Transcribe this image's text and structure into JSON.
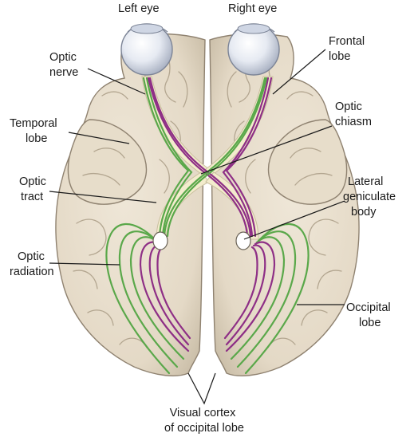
{
  "labels": {
    "left_eye": "Left eye",
    "right_eye": "Right eye",
    "frontal_lobe": [
      "Frontal",
      "lobe"
    ],
    "optic_nerve": [
      "Optic",
      "nerve"
    ],
    "optic_chiasm": [
      "Optic",
      "chiasm"
    ],
    "temporal_lobe": [
      "Temporal",
      "lobe"
    ],
    "optic_tract": [
      "Optic",
      "tract"
    ],
    "lateral_geniculate_body": [
      "Lateral",
      "geniculate",
      "body"
    ],
    "optic_radiation": [
      "Optic",
      "radiation"
    ],
    "occipital_lobe": [
      "Occipital",
      "lobe"
    ],
    "visual_cortex": [
      "Visual cortex",
      "of occipital lobe"
    ]
  },
  "colors": {
    "brain": "#e6dccb",
    "brain_shadow": "#cfc3ae",
    "nerve_sheath": "#f3eccd",
    "left_field_fibers": "#5aa84a",
    "right_field_fibers": "#8e2f86",
    "eye": "#dfe4ee"
  }
}
